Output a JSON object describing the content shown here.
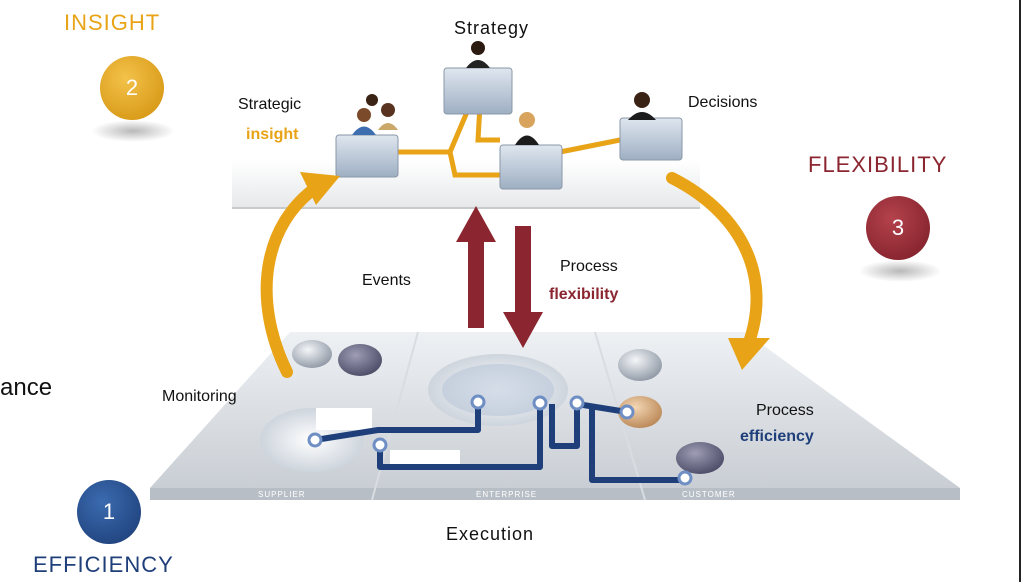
{
  "labels": {
    "insight_cap": "INSIGHT",
    "flexibility_cap": "FLEXIBILITY",
    "efficiency_cap": "EFFICIENCY",
    "strategy": "Strategy",
    "strategic": "Strategic",
    "insight_word": "insight",
    "decisions": "Decisions",
    "events": "Events",
    "process1": "Process",
    "flexibility_word": "flexibility",
    "monitoring": "Monitoring",
    "process2": "Process",
    "efficiency_word": "efficiency",
    "execution": "Execution",
    "ance_partial": "ance",
    "platform_supplier": "SUPPLIER",
    "platform_enterprise": "ENTERPRISE",
    "platform_customer": "CUSTOMER"
  },
  "badges": {
    "efficiency": "1",
    "insight": "2",
    "flexibility": "3"
  },
  "colors": {
    "gold": "#e8a317",
    "maroon": "#8b2630",
    "navy": "#1f3f7a",
    "node": "#6f8fc4"
  }
}
